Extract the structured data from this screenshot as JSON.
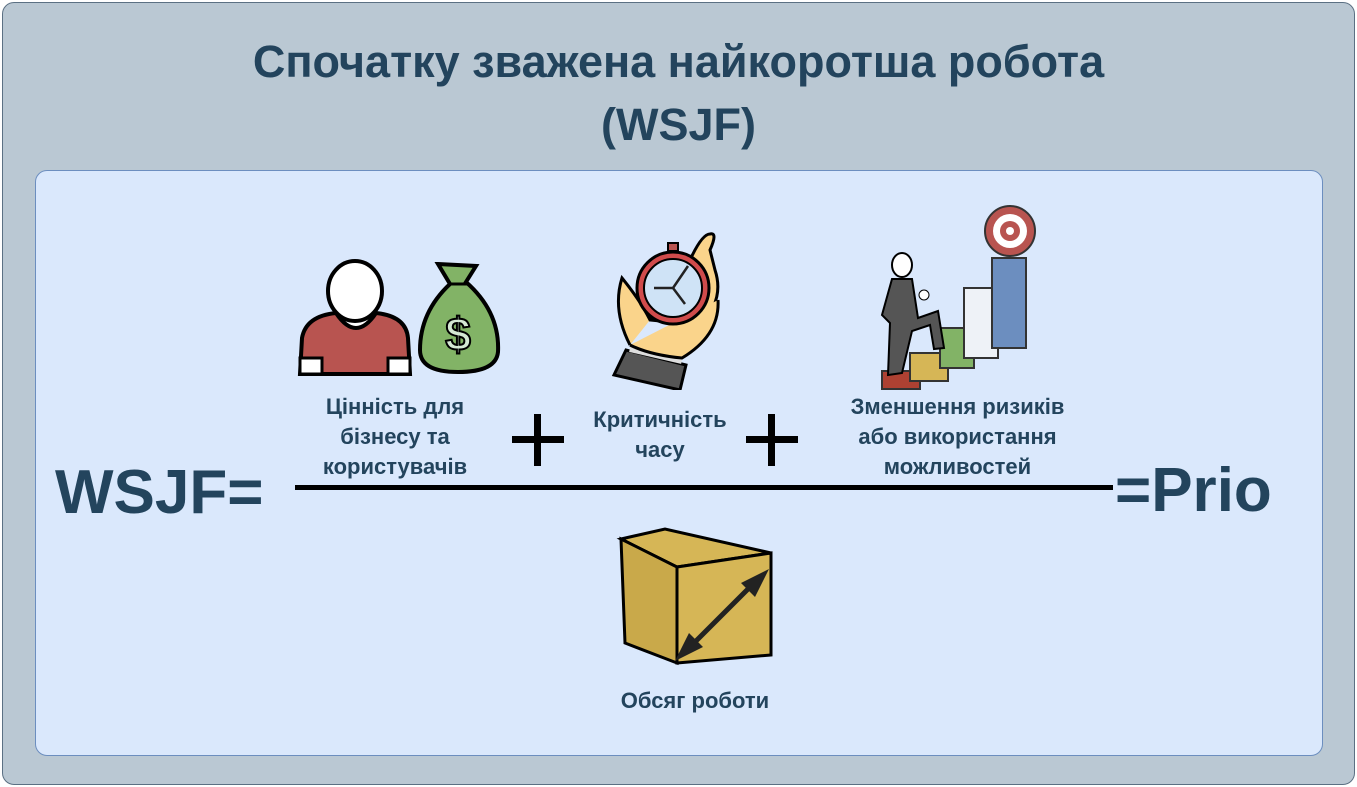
{
  "title": {
    "line1": "Спочатку зважена найкоротша робота",
    "line2": "(WSJF)"
  },
  "formula": {
    "left": "WSJF=",
    "right": "=Prio",
    "numerator": [
      {
        "line1": "Цінність для",
        "line2": "бізнесу та",
        "line3": "користувачів",
        "icon": "person-money-bag-icon"
      },
      {
        "line1": "Критичність",
        "line2": "часу",
        "icon": "stopwatch-hand-icon"
      },
      {
        "line1": "Зменшення ризиків",
        "line2": "або використання",
        "line3": "можливостей",
        "icon": "climbing-stairs-target-icon"
      }
    ],
    "denominator": {
      "label": "Обсяг роботи",
      "icon": "box-size-icon"
    }
  },
  "colors": {
    "frame": "#bac8d3",
    "panel": "#dae8fc",
    "text": "#23445d"
  }
}
